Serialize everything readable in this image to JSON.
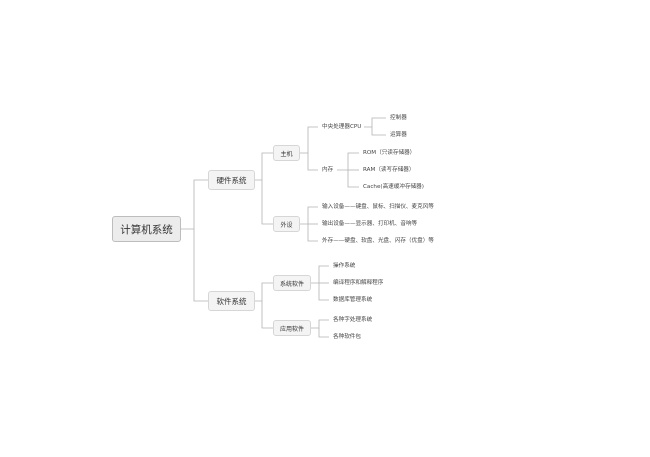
{
  "mindmap": {
    "root": "计算机系统",
    "hardware": {
      "label": "硬件系统",
      "host": {
        "label": "主机",
        "cpu": {
          "label": "中央处理器CPU",
          "controller": "控制器",
          "alu": "运算器"
        },
        "memory": {
          "label": "内存",
          "rom": "ROM（只读存储器）",
          "ram": "RAM（读写存储器）",
          "cache": "Cache(高速缓冲存储器)"
        }
      },
      "peripherals": {
        "label": "外设",
        "input": "输入设备——键盘、鼠标、扫描仪、麦克风等",
        "output": "输出设备——显示器、打印机、音响等",
        "storage": "外存——硬盘、软盘、光盘、闪存（优盘）等"
      }
    },
    "software": {
      "label": "软件系统",
      "system": {
        "label": "系统软件",
        "os": "操作系统",
        "compiler": "编译程序和解释程序",
        "dbms": "数据库管理系统"
      },
      "application": {
        "label": "应用软件",
        "word": "各种字处理系统",
        "packages": "各种软件包"
      }
    }
  }
}
